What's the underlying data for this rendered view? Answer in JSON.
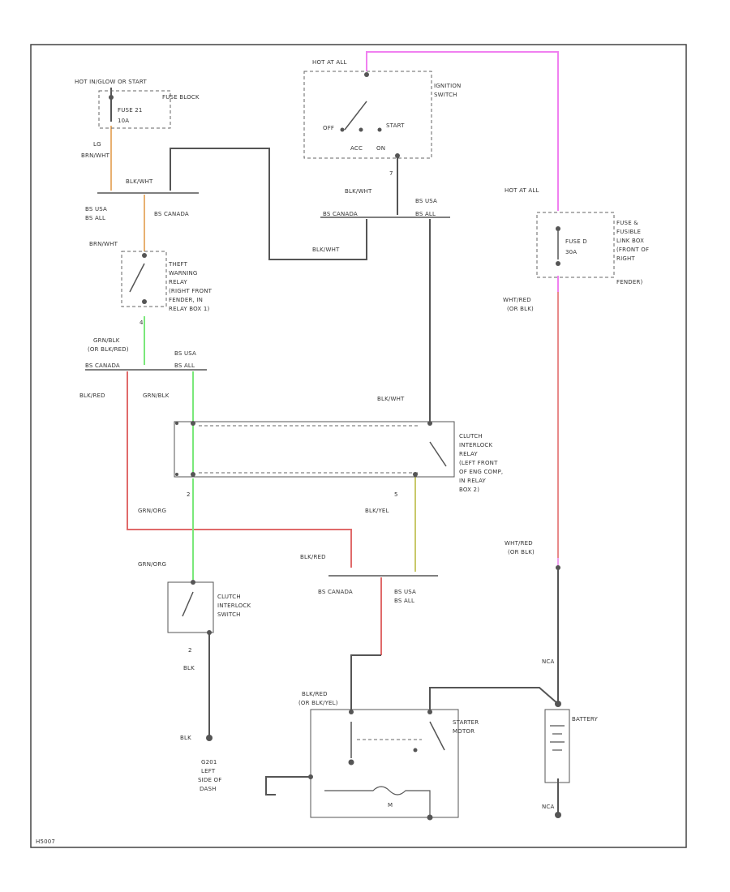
{
  "colors": {
    "ground_wire": "#555555",
    "pink_wire": "#f080f0",
    "red_wire": "#e06a6a",
    "green_wire": "#7ae87a",
    "orange_wire": "#e8b070",
    "yellow_wire": "#c8c86a",
    "border": "#444444"
  },
  "labels": {
    "hot_glow_start": "HOT IN/GLOW OR START",
    "fuse_block": "FUSE BLOCK",
    "fuse21": "FUSE 21",
    "fuse21_amp": "10A",
    "lg": "LG",
    "brn_wht": "BRN/WHT",
    "blk_wht_1": "BLK/WHT",
    "bs_usa_1": "BS USA",
    "bs_all_1": "BS ALL",
    "bs_canada_1": "BS CANADA",
    "brn_wht_2": "BRN/WHT",
    "theft_relay_1": "THEFT",
    "theft_relay_2": "WARNING",
    "theft_relay_3": "RELAY",
    "theft_relay_4": "(RIGHT FRONT",
    "theft_relay_5": "FENDER, IN",
    "theft_relay_6": "RELAY BOX 1)",
    "pin4": "4",
    "grn_blk": "GRN/BLK",
    "or_blk_red": "(OR BLK/RED)",
    "bs_canada_2": "BS CANADA",
    "bs_usa_2": "BS USA",
    "bs_all_2": "BS ALL",
    "blk_red_1": "BLK/RED",
    "grn_blk_2": "GRN/BLK",
    "hot_at_all": "HOT AT ALL",
    "ign_off": "OFF",
    "ign_start": "START",
    "ign_acc": "ACC",
    "ign_on": "ON",
    "ignition_switch_1": "IGNITION",
    "ignition_switch_2": "SWITCH",
    "pin7": "7",
    "blk_wht_2": "BLK/WHT",
    "bs_canada_3": "BS CANADA",
    "bs_usa_3": "BS USA",
    "bs_all_3": "BS ALL",
    "blk_wht_3": "BLK/WHT",
    "blk_wht_4": "BLK/WHT",
    "hot_at_all_2": "HOT AT ALL",
    "fuse_box_1": "FUSE &",
    "fuse_box_2": "FUSIBLE",
    "fuse_box_3": "LINK BOX",
    "fuse_box_4": "(FRONT OF",
    "fuse_box_5": "RIGHT",
    "fuse_box_6": "FENDER)",
    "fuse_d": "FUSE D",
    "fuse_d_amp": "30A",
    "wht_red_1": "WHT/RED",
    "or_blk_1": "(OR BLK)",
    "clutch_relay_1": "CLUTCH",
    "clutch_relay_2": "INTERLOCK",
    "clutch_relay_3": "RELAY",
    "clutch_relay_4": "(LEFT FRONT",
    "clutch_relay_5": "OF ENG COMP,",
    "clutch_relay_6": "IN RELAY",
    "clutch_relay_7": "BOX 2)",
    "pin2": "2",
    "grn_org_1": "GRN/ORG",
    "pin5": "5",
    "blk_yel": "BLK/YEL",
    "grn_org_2": "GRN/ORG",
    "blk_red_2": "BLK/RED",
    "wht_red_2": "WHT/RED",
    "or_blk_2": "(OR BLK)",
    "bs_canada_4": "BS CANADA",
    "bs_usa_4": "BS USA",
    "bs_all_4": "BS ALL",
    "clutch_switch_1": "CLUTCH",
    "clutch_switch_2": "INTERLOCK",
    "clutch_switch_3": "SWITCH",
    "pin2b": "2",
    "blk_1": "BLK",
    "nca_1": "NCA",
    "blk_red_3": "BLK/RED",
    "or_blk_yel": "(OR BLK/YEL)",
    "starter_1": "STARTER",
    "starter_2": "MOTOR",
    "battery": "BATTERY",
    "blk_2": "BLK",
    "g201_1": "G201",
    "g201_2": "LEFT",
    "g201_3": "SIDE OF",
    "g201_4": "DASH",
    "nca_2": "NCA",
    "m": "M",
    "footer_id": "H5007"
  }
}
